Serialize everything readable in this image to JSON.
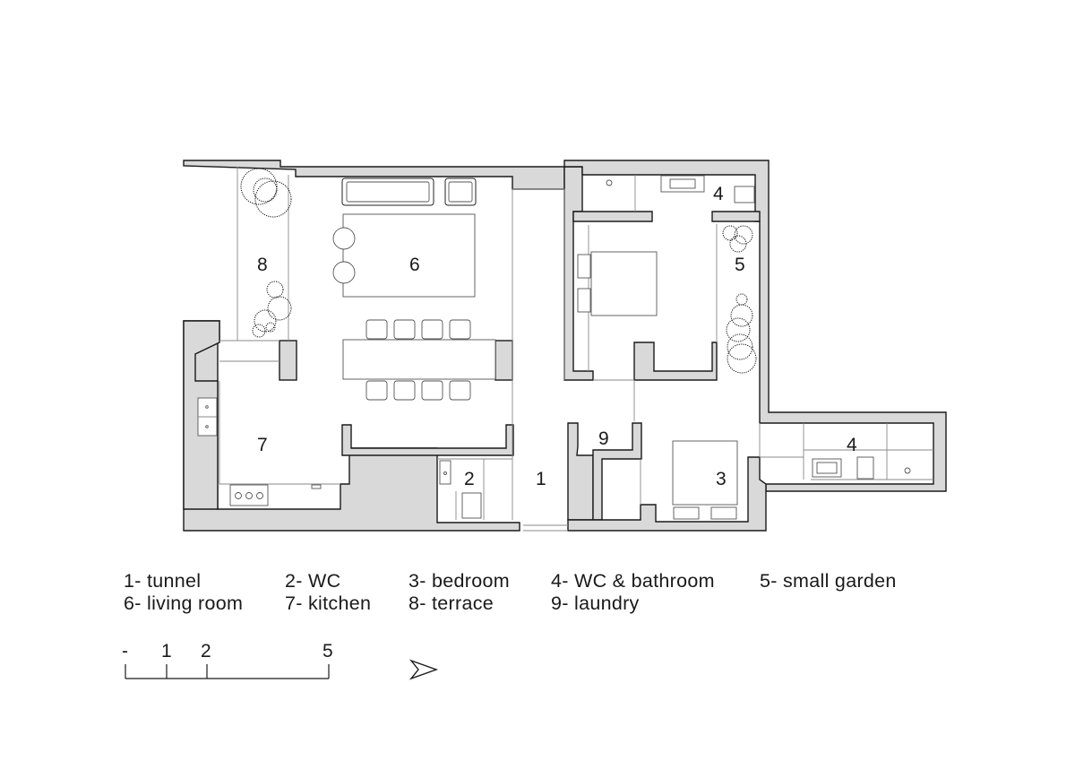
{
  "rooms": [
    {
      "num": "1"
    },
    {
      "num": "2"
    },
    {
      "num": "3"
    },
    {
      "num": "4"
    },
    {
      "num": "4"
    },
    {
      "num": "5"
    },
    {
      "num": "6"
    },
    {
      "num": "7"
    },
    {
      "num": "8"
    },
    {
      "num": "9"
    }
  ],
  "legend": [
    "1- tunnel",
    "2- WC",
    "3- bedroom",
    "4- WC & bathroom",
    "5- small garden",
    "6- living room",
    "7- kitchen",
    "8- terrace",
    "9- laundry"
  ],
  "scale": {
    "ticks": [
      "-",
      "1",
      "2",
      "5"
    ]
  },
  "north_arrow": {
    "icon": "north-arrow-icon"
  },
  "colors": {
    "wall_fill": "#d9d9d9",
    "line": "#1a1a1a"
  }
}
